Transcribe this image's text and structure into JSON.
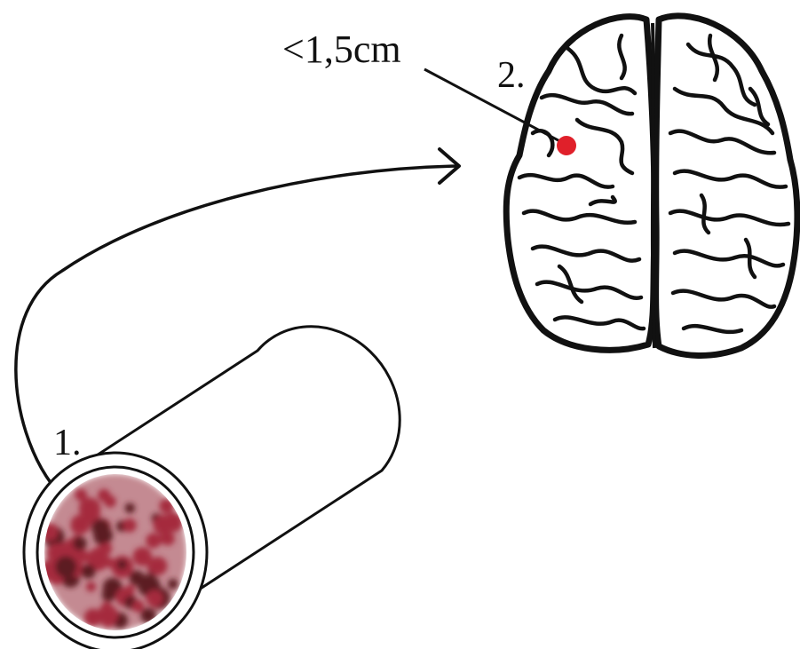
{
  "labels": {
    "size": "<1,5cm",
    "step_two": "2.",
    "step_one": "1."
  },
  "colors": {
    "ink": "#111111",
    "lesion": "#e0202a",
    "clot": "#a52a3c",
    "clot_dark": "#5b1a24"
  },
  "icons": {
    "vessel": "blood-vessel-with-clot",
    "brain": "brain-top-view",
    "arrow": "curved-arrow"
  }
}
